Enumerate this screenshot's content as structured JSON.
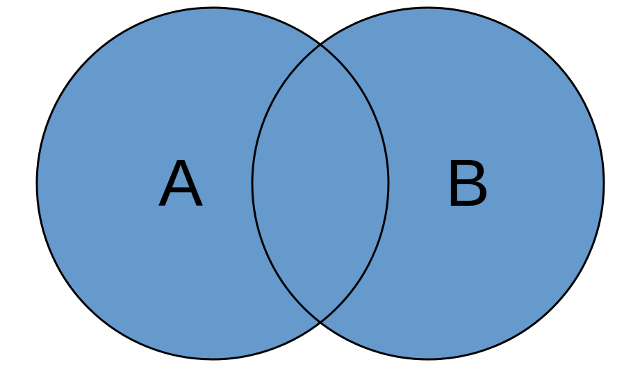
{
  "diagram": {
    "type": "venn",
    "fill_color": "#6699cc",
    "outline_color": "#000000",
    "background_color": "#ffffff",
    "sets": [
      {
        "label": "A"
      },
      {
        "label": "B"
      }
    ]
  }
}
